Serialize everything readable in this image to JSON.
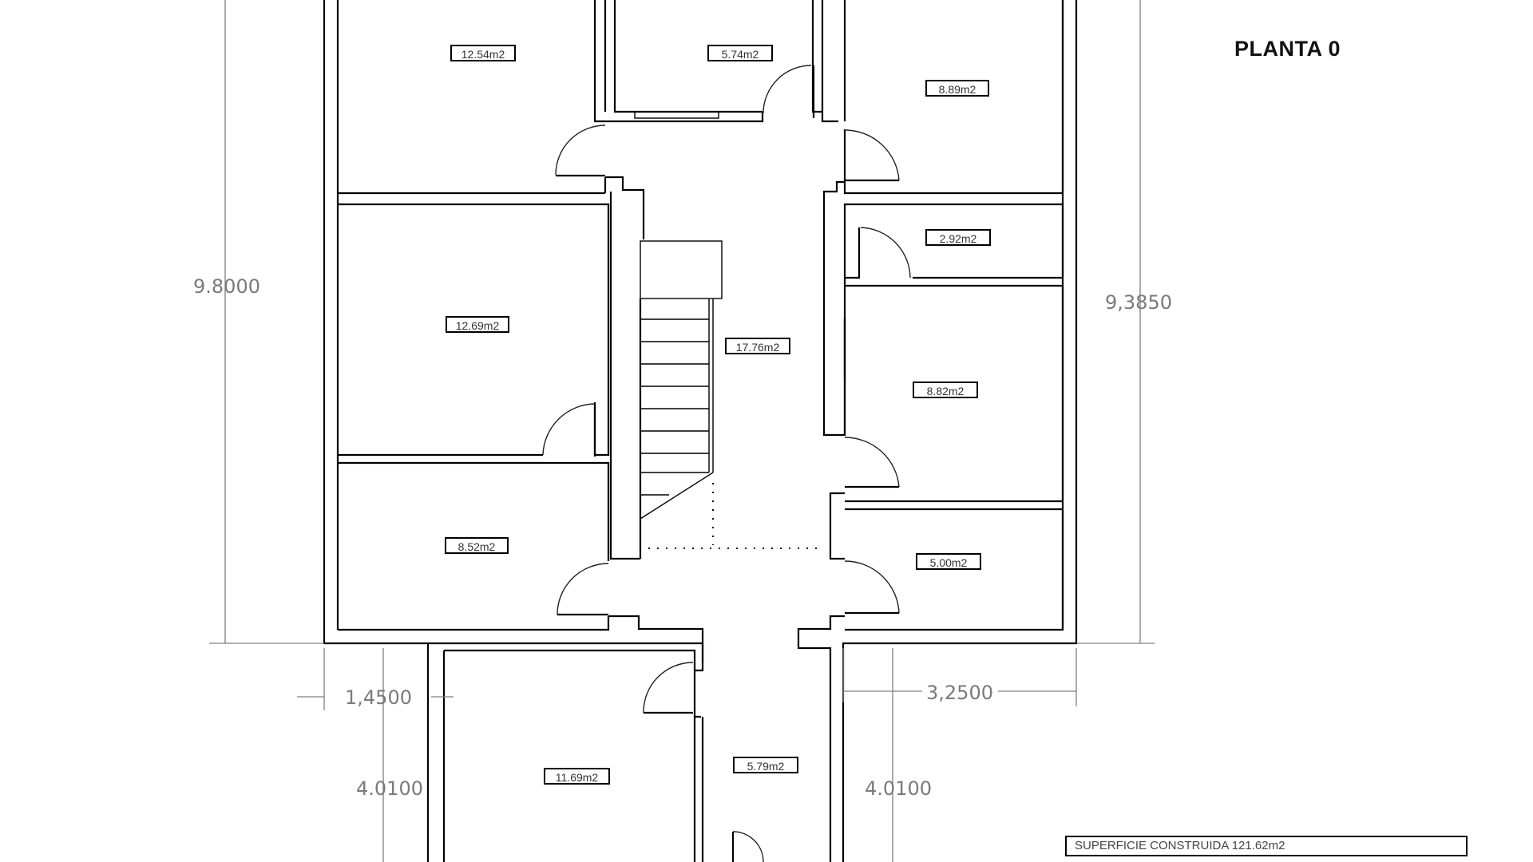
{
  "plan": {
    "title": "PLANTA 0",
    "total_area_label": "SUPERFICIE CONSTRUIDA 121.62m2",
    "rooms": [
      {
        "id": "room-top-left",
        "area": "12.54m2"
      },
      {
        "id": "room-top-center",
        "area": "5.74m2"
      },
      {
        "id": "room-top-right",
        "area": "8.89m2"
      },
      {
        "id": "room-mid-left",
        "area": "12.69m2"
      },
      {
        "id": "room-hall",
        "area": "17.76m2"
      },
      {
        "id": "room-small-right",
        "area": "2.92m2"
      },
      {
        "id": "room-mid-right",
        "area": "8.82m2"
      },
      {
        "id": "room-lower-left",
        "area": "8.52m2"
      },
      {
        "id": "room-lower-right",
        "area": "5.00m2"
      },
      {
        "id": "room-bottom-left",
        "area": "11.69m2"
      },
      {
        "id": "room-bottom-corridor",
        "area": "5.79m2"
      }
    ],
    "dimensions": {
      "left_height": "9.8000",
      "right_height": "9,3850",
      "bottom_left_width": "1,4500",
      "bottom_right_width": "3,2500",
      "bottom_left_height": "4.0100",
      "bottom_right_height": "4.0100"
    },
    "colors": {
      "wall": "#000000",
      "dimension": "#808080",
      "background": "#ffffff"
    }
  }
}
